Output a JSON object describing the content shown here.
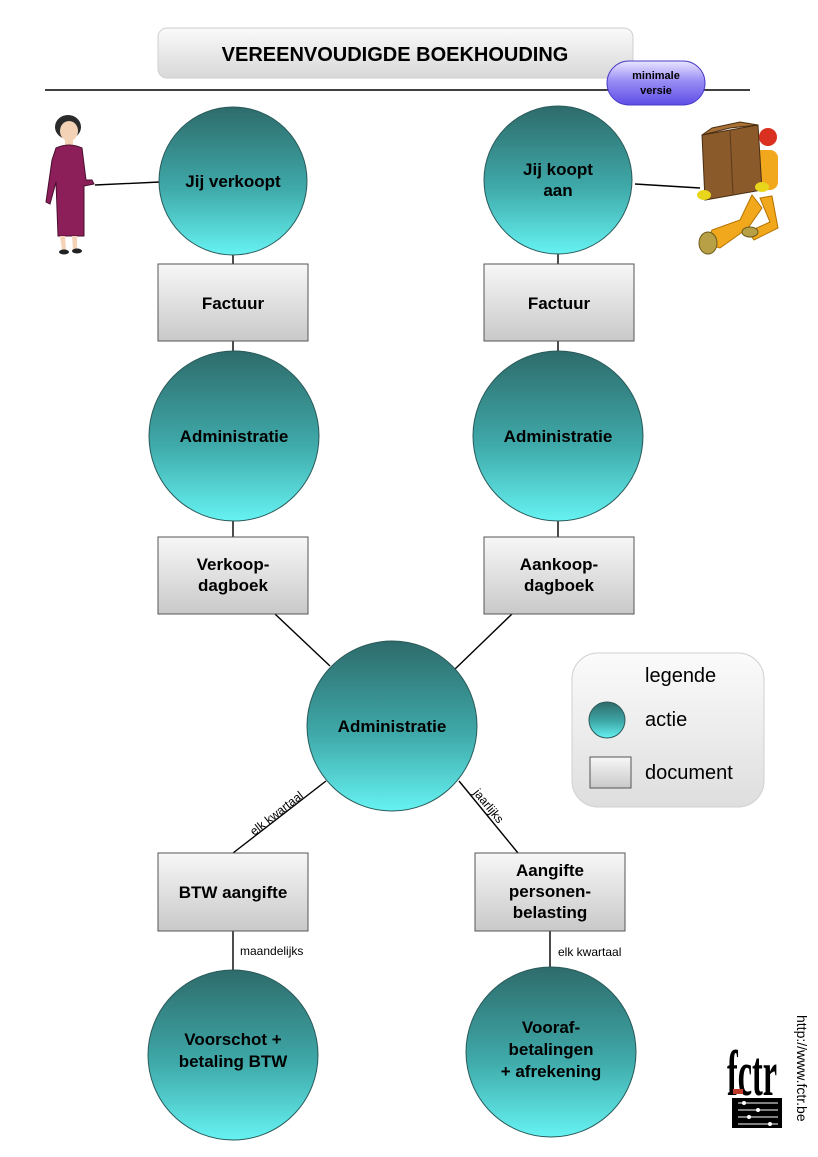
{
  "title": "VEREENVOUDIGDE BOEKHOUDING",
  "badge": [
    "minimale",
    "versie"
  ],
  "nodes": {
    "verkoopt": [
      "Jij verkoopt"
    ],
    "koopt": [
      "Jij koopt",
      "aan"
    ],
    "factuur_left": [
      "Factuur"
    ],
    "factuur_right": [
      "Factuur"
    ],
    "admin_left": [
      "Administratie"
    ],
    "admin_right": [
      "Administratie"
    ],
    "verkoop_dagboek": [
      "Verkoop-",
      "dagboek"
    ],
    "aankoop_dagboek": [
      "Aankoop-",
      "dagboek"
    ],
    "admin_center": [
      "Administratie"
    ],
    "btw_aangifte": [
      "BTW aangifte"
    ],
    "aangifte_personen": [
      "Aangifte",
      "personen-",
      "belasting"
    ],
    "voorschot": [
      "Voorschot +",
      "betaling BTW"
    ],
    "vooraf": [
      "Vooraf-",
      "betalingen",
      "+ afrekening"
    ]
  },
  "edge_labels": {
    "elk_kwartaal_diag": "elk kwartaal",
    "jaarlijks": "jaarlijks",
    "maandelijks": "maandelijks",
    "elk_kwartaal": "elk kwartaal"
  },
  "legend": {
    "title": "legende",
    "action": "actie",
    "document": "document"
  },
  "footer": {
    "url": "http://www.fctr.be",
    "logo": "fctr"
  },
  "colors": {
    "circle_top": "#2e6b6b",
    "circle_bottom": "#66f2f2",
    "rect_top": "#f4f4f4",
    "rect_bottom": "#c8c8c8",
    "badge_fill": "#7b6cf0"
  }
}
